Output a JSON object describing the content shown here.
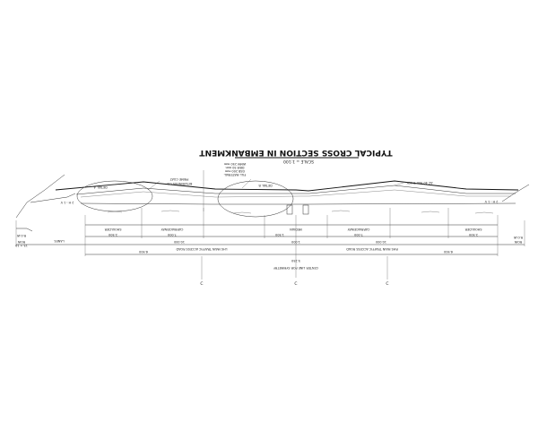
{
  "title": "TYPICAL CROSS SECTION IN EMBANKMENT",
  "scale": "SCALE = 1:100",
  "notes": {
    "detail_a": "DETAIL A",
    "detail_b": "DETAIL B",
    "bituminous": "BITUMINOUS CO.",
    "prime_coat": "PRIME COAT",
    "dbm": "DBM 50 mm",
    "wmm": "WMM 250 mm",
    "gsb": "GSB 200 mm",
    "fill": "FILL MATERIAL",
    "ac": "AC 40 mm THICK",
    "slope": "2 H : 1 V"
  },
  "dims": {
    "row": {
      "left_shoulder": "SHOULDER",
      "left_carriageway": "CARRIAGEWAY",
      "median": "MEDIAN",
      "right_carriageway": "CARRIAGEWAY",
      "right_shoulder": "SHOULDER"
    },
    "w1": "2.500",
    "w2": "7.000",
    "w3": "1.500",
    "w4": "7.000",
    "w5": "2.500",
    "w6": "10.000",
    "w7": "10.000",
    "w8": "1.000",
    "w9": "6.900",
    "w10": "5.250",
    "w11": "6.900",
    "left_road": "LHS MAIN TRAFFIC ACCESS ROAD",
    "right_road": "RHS MAIN TRAFFIC ACCESS ROAD",
    "center_line": "CENTER LINE FOR SYMMETRY",
    "lane_left": "LANES",
    "row_left": "R.O.W",
    "row_right": "R.O.W",
    "row_left_dim": "15 + 10",
    "row_left_label": "ROW",
    "row_right_label": "ROW"
  },
  "centerline_marks": [
    "C",
    "C",
    "C"
  ]
}
